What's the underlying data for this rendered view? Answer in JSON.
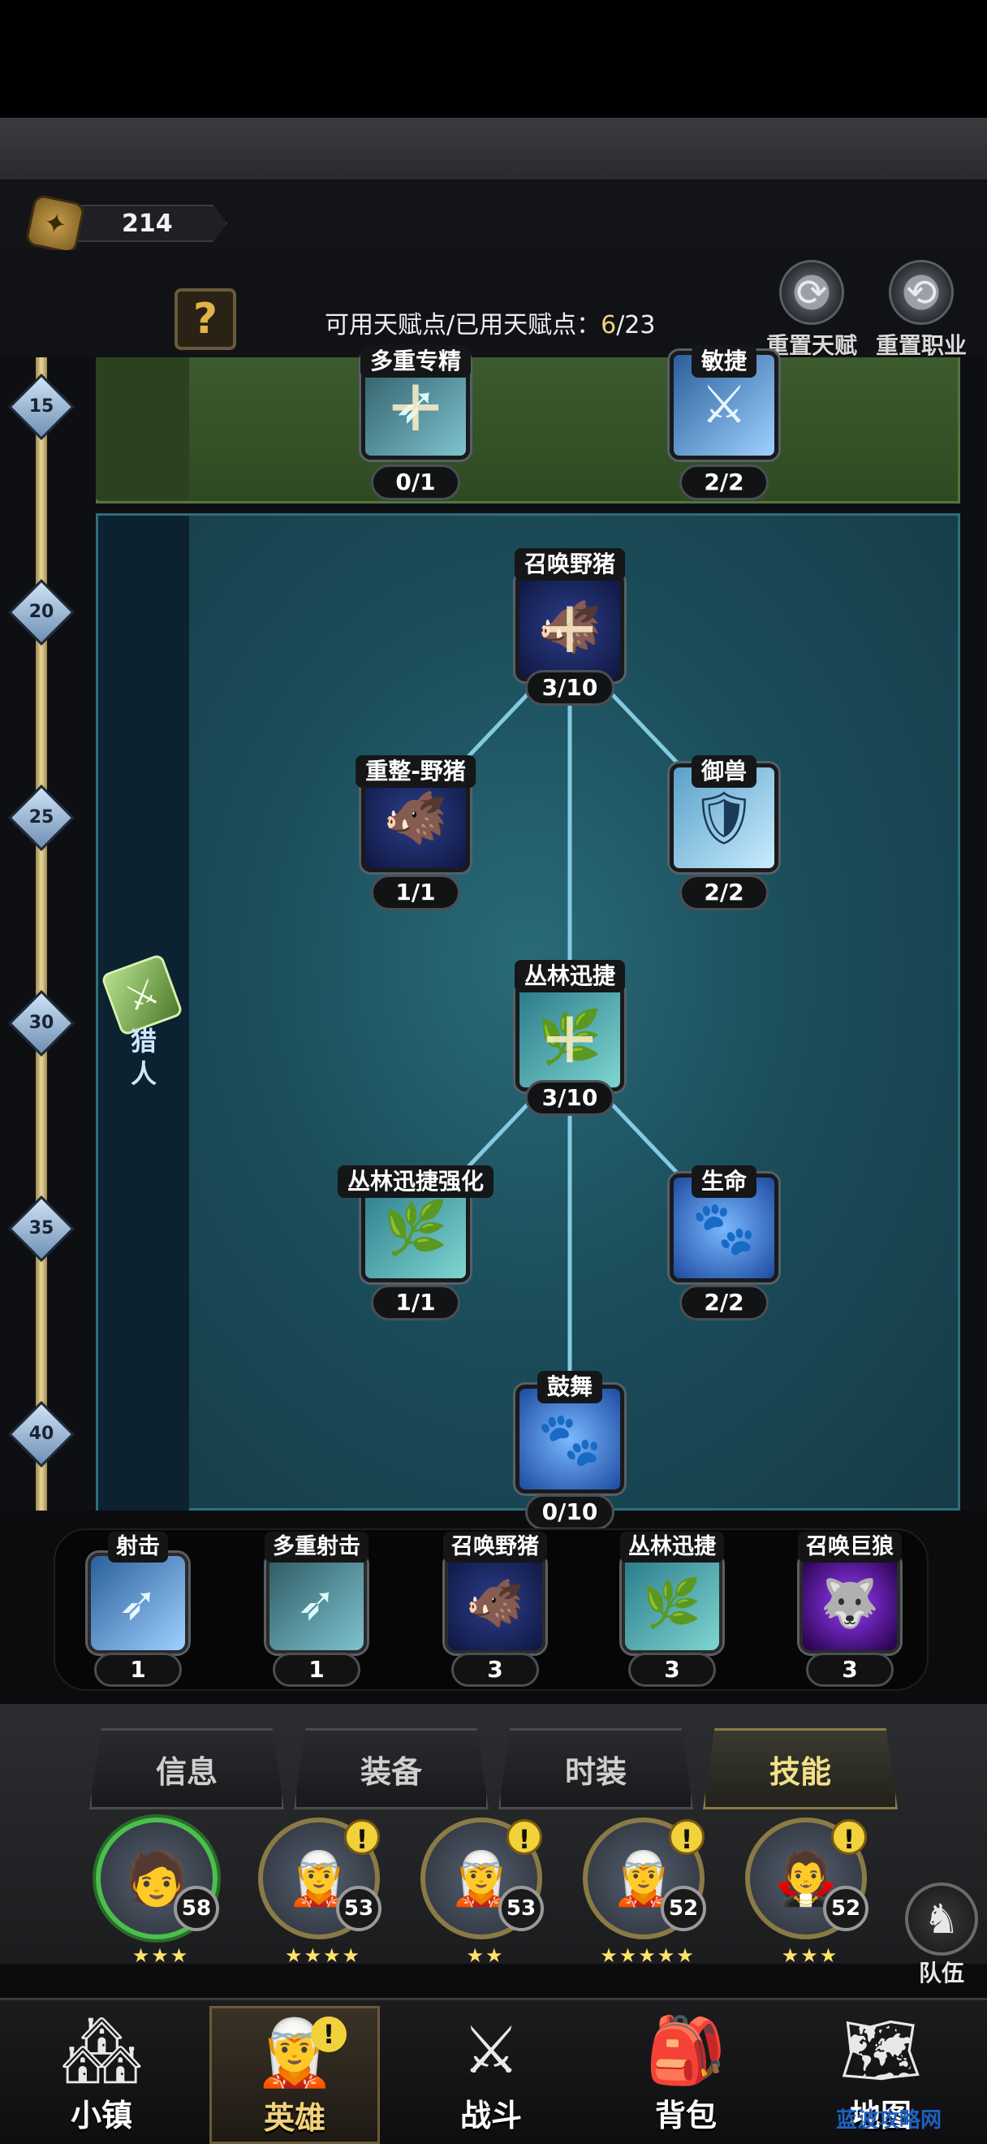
{
  "currency": {
    "value": "214",
    "icon": "compass-coin-icon"
  },
  "header": {
    "talent_label": "可用天赋点/已用天赋点：",
    "talent_available": "6",
    "talent_total": "/23",
    "help_label": "?",
    "reset_talent_label": "重置天赋",
    "reset_class_label": "重置职业"
  },
  "levels": [
    "15",
    "20",
    "25",
    "30",
    "35",
    "40"
  ],
  "class_name": "猎人",
  "nodes": [
    {
      "title": "多重专精",
      "count": "0/1",
      "icon": "arrows-icon"
    },
    {
      "title": "敏捷",
      "count": "2/2",
      "icon": "blades-icon"
    },
    {
      "title": "召唤野猪",
      "count": "3/10",
      "icon": "boar-icon"
    },
    {
      "title": "重整-野猪",
      "count": "1/1",
      "icon": "boar-fang-icon"
    },
    {
      "title": "御兽",
      "count": "2/2",
      "icon": "beast-master-icon"
    },
    {
      "title": "丛林迅捷",
      "count": "3/10",
      "icon": "jungle-swift-icon"
    },
    {
      "title": "丛林迅捷强化",
      "count": "1/1",
      "icon": "jungle-swift-icon"
    },
    {
      "title": "生命",
      "count": "2/2",
      "icon": "paw-icon"
    },
    {
      "title": "鼓舞",
      "count": "0/10",
      "icon": "paw-icon"
    }
  ],
  "skills": [
    {
      "title": "射击",
      "count": "1",
      "icon": "shoot-icon"
    },
    {
      "title": "多重射击",
      "count": "1",
      "icon": "multishot-icon"
    },
    {
      "title": "召唤野猪",
      "count": "3",
      "icon": "boar-icon"
    },
    {
      "title": "丛林迅捷",
      "count": "3",
      "icon": "jungle-swift-icon"
    },
    {
      "title": "召唤巨狼",
      "count": "3",
      "icon": "wolf-icon"
    }
  ],
  "tabs": [
    "信息",
    "装备",
    "时装",
    "技能"
  ],
  "heroes": [
    {
      "level": "58",
      "stars": "★★★",
      "alert": ""
    },
    {
      "level": "53",
      "stars": "★★★★",
      "alert": "!"
    },
    {
      "level": "53",
      "stars": "★★",
      "alert": "!"
    },
    {
      "level": "52",
      "stars": "★★★★★",
      "alert": "!"
    },
    {
      "level": "52",
      "stars": "★★★",
      "alert": "!"
    }
  ],
  "team_label": "队伍",
  "nav": [
    {
      "label": "小镇",
      "icon": "town-icon",
      "alert": ""
    },
    {
      "label": "英雄",
      "icon": "hero-icon",
      "alert": "!"
    },
    {
      "label": "战斗",
      "icon": "battle-icon",
      "alert": ""
    },
    {
      "label": "背包",
      "icon": "backpack-icon",
      "alert": ""
    },
    {
      "label": "地图",
      "icon": "map-icon",
      "alert": ""
    }
  ],
  "watermark": "蓝波攻略网"
}
